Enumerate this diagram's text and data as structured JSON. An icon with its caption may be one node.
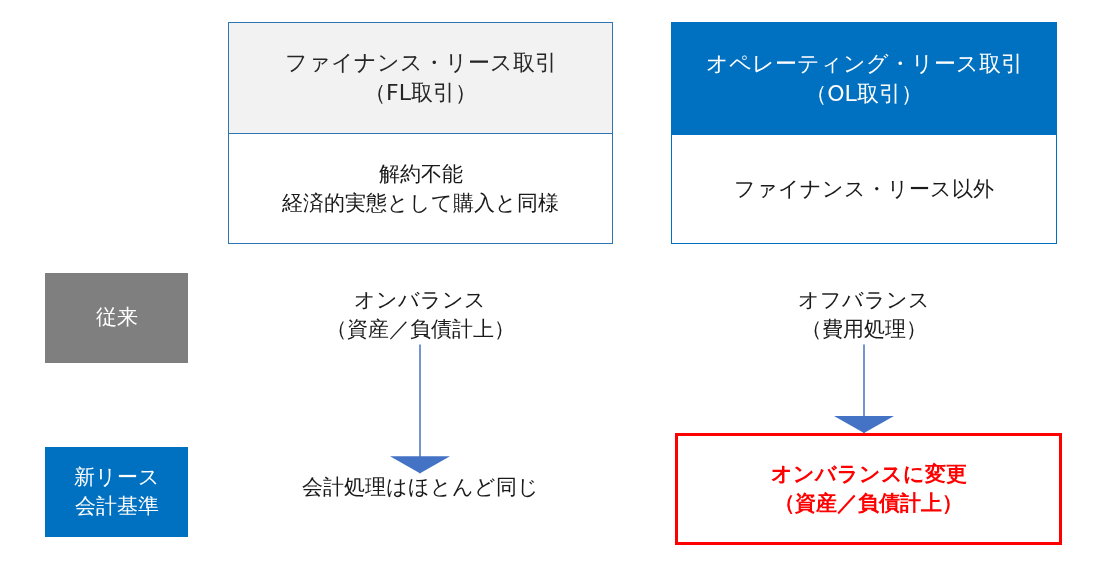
{
  "diagram": {
    "nodes": [
      {
        "text": [
          "ファイナンス・リース取引（FL取引）",
          "解約不能",
          "経済的実態として購入と同様"
        ]
      },
      {
        "text": [
          "オペレーティング・リース取引（OL取引）",
          "ファイナンス・リース以外"
        ]
      },
      {
        "text": [
          "従来"
        ]
      },
      {
        "text": [
          "オンバランス（資産／負債計上）"
        ]
      },
      {
        "text": [
          "オフバランス（費用処理）"
        ]
      },
      {
        "text": [
          "新リース会計基準"
        ]
      },
      {
        "text": [
          "会計処理はほとんど同じ"
        ]
      },
      {
        "text": [
          "オンバランスに変更（資産／負債計上）"
        ]
      }
    ],
    "edges": [
      {
        "from": 3,
        "to": 6,
        "arrow": "to"
      },
      {
        "from": 4,
        "to": 7,
        "arrow": "to"
      }
    ]
  }
}
